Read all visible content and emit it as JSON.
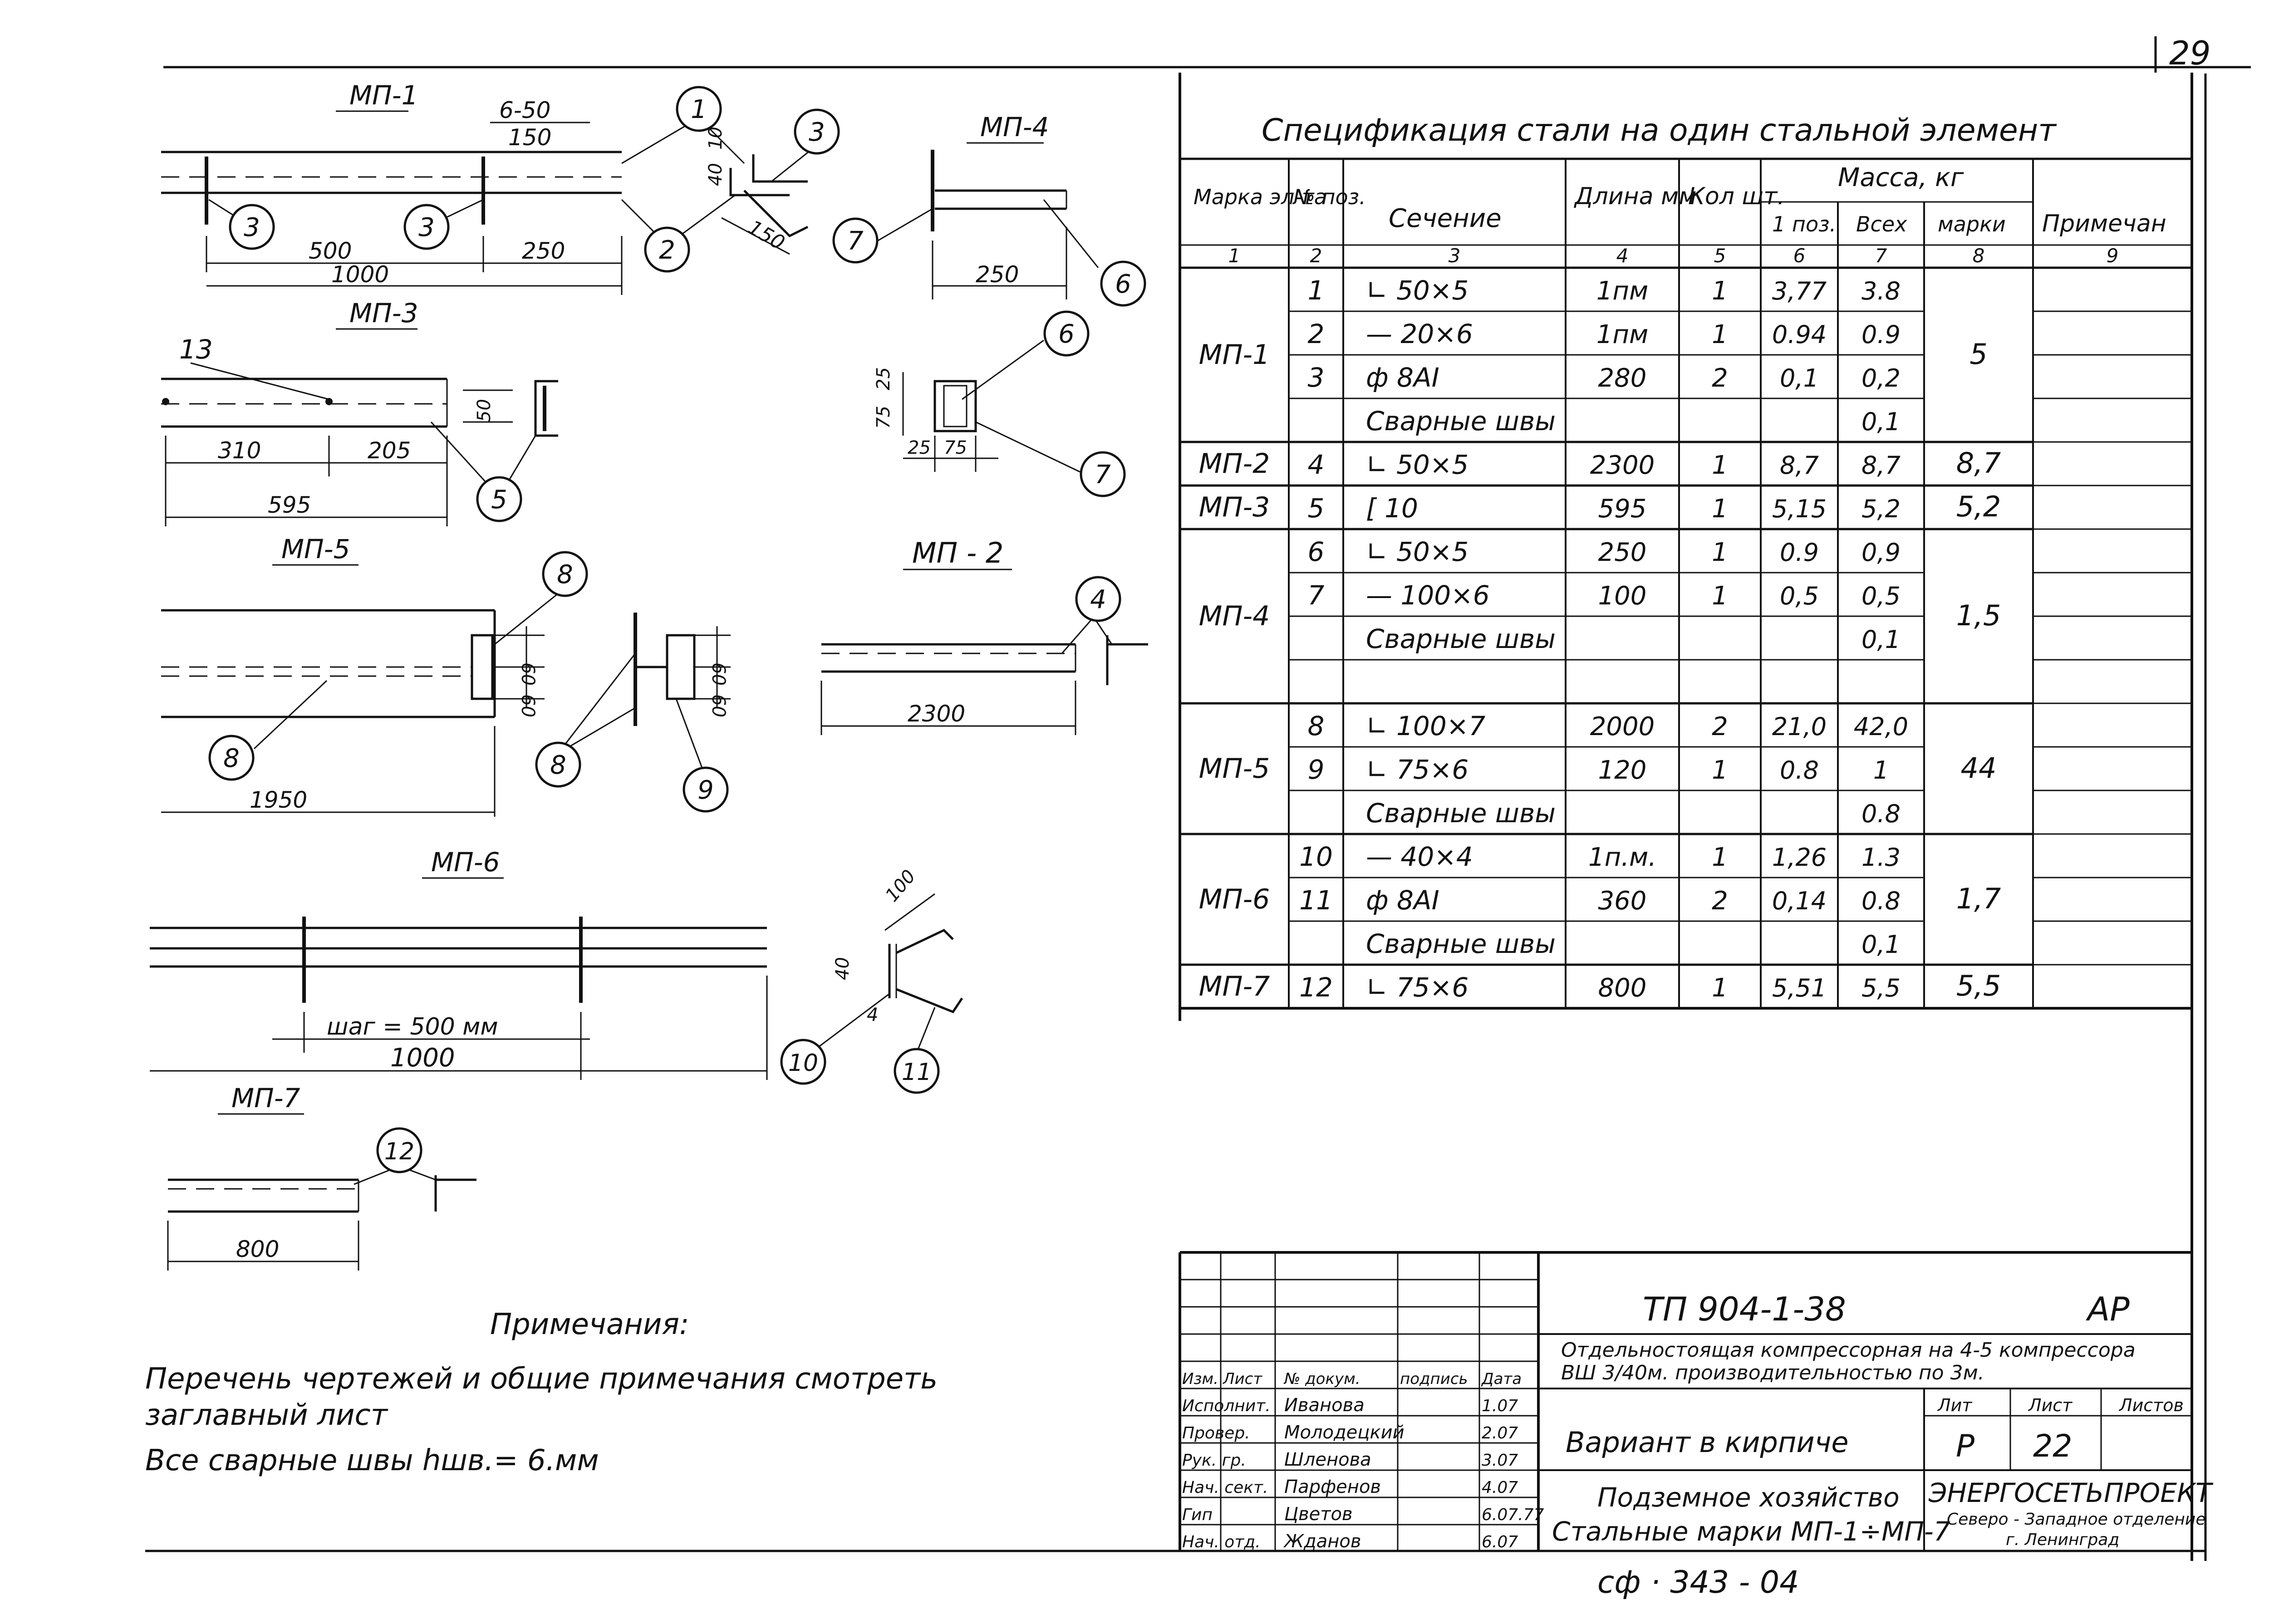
{
  "sheet_number": "29",
  "drawings": {
    "mp1": {
      "title": "МП-1",
      "dims": [
        "6-50",
        "150",
        "10",
        "40",
        "150",
        "500",
        "250",
        "1000"
      ],
      "callouts": [
        "1",
        "2",
        "3",
        "3",
        "3"
      ]
    },
    "mp4": {
      "title": "МП-4",
      "dims": [
        "250",
        "75",
        "25",
        "25",
        "75"
      ],
      "callouts": [
        "7",
        "6",
        "6",
        "7"
      ]
    },
    "mp3": {
      "title": "МП-3",
      "dims": [
        "13",
        "50",
        "310",
        "205",
        "595"
      ],
      "callouts": [
        "5"
      ]
    },
    "mp5": {
      "title": "МП-5",
      "dims": [
        "60",
        "60",
        "60",
        "60",
        "1950"
      ],
      "callouts": [
        "8",
        "8",
        "9"
      ]
    },
    "mp2": {
      "title": "МП - 2",
      "dims": [
        "2300"
      ],
      "callouts": [
        "4"
      ]
    },
    "mp6": {
      "title": "МП-6",
      "dims": [
        "шаг = 500 мм",
        "1000",
        "100",
        "40",
        "4"
      ],
      "callouts": [
        "10",
        "11"
      ]
    },
    "mp7": {
      "title": "МП-7",
      "dims": [
        "800"
      ],
      "callouts": [
        "12"
      ]
    }
  },
  "notes": {
    "title": "Примечания:",
    "lines": [
      "Перечень чертежей и общие примечания смотреть",
      "заглавный лист",
      "Все сварные швы   hшв.= 6.мм"
    ]
  },
  "spec": {
    "title": "Спецификация стали на один стальной элемент",
    "headers": {
      "marka": "Марка эл-та",
      "pos": "№ поз.",
      "section": "Сечение",
      "length": "Длина мм",
      "qty": "Кол шт.",
      "mass": "Масса, кг",
      "mass_one": "1 поз.",
      "mass_all": "Всех",
      "mass_mark": "марки",
      "note": "Примечан"
    },
    "col_numbers": [
      "1",
      "2",
      "3",
      "4",
      "5",
      "6",
      "7",
      "8",
      "9"
    ],
    "rows": [
      {
        "pos": "1",
        "section": "∟ 50×5",
        "length": "1пм",
        "qty": "1",
        "m1": "3,77",
        "mall": "3.8"
      },
      {
        "pos": "2",
        "section": "— 20×6",
        "length": "1пм",
        "qty": "1",
        "m1": "0.94",
        "mall": "0.9"
      },
      {
        "pos": "3",
        "section": "ф 8AI",
        "length": "280",
        "qty": "2",
        "m1": "0,1",
        "mall": "0,2"
      },
      {
        "pos": "",
        "section": "Сварные швы",
        "length": "",
        "qty": "",
        "m1": "",
        "mall": "0,1"
      },
      {
        "pos": "4",
        "section": "∟ 50×5",
        "length": "2300",
        "qty": "1",
        "m1": "8,7",
        "mall": "8,7"
      },
      {
        "pos": "5",
        "section": "[ 10",
        "length": "595",
        "qty": "1",
        "m1": "5,15",
        "mall": "5,2"
      },
      {
        "pos": "6",
        "section": "∟ 50×5",
        "length": "250",
        "qty": "1",
        "m1": "0.9",
        "mall": "0,9"
      },
      {
        "pos": "7",
        "section": "— 100×6",
        "length": "100",
        "qty": "1",
        "m1": "0,5",
        "mall": "0,5"
      },
      {
        "pos": "",
        "section": "Сварные швы",
        "length": "",
        "qty": "",
        "m1": "",
        "mall": "0,1"
      },
      {
        "pos": "",
        "section": "",
        "length": "",
        "qty": "",
        "m1": "",
        "mall": ""
      },
      {
        "pos": "8",
        "section": "∟ 100×7",
        "length": "2000",
        "qty": "2",
        "m1": "21,0",
        "mall": "42,0"
      },
      {
        "pos": "9",
        "section": "∟ 75×6",
        "length": "120",
        "qty": "1",
        "m1": "0.8",
        "mall": "1"
      },
      {
        "pos": "",
        "section": "Сварные швы",
        "length": "",
        "qty": "",
        "m1": "",
        "mall": "0.8"
      },
      {
        "pos": "10",
        "section": "— 40×4",
        "length": "1п.м.",
        "qty": "1",
        "m1": "1,26",
        "mall": "1.3"
      },
      {
        "pos": "11",
        "section": "ф 8AI",
        "length": "360",
        "qty": "2",
        "m1": "0,14",
        "mall": "0.8"
      },
      {
        "pos": "",
        "section": "Сварные швы",
        "length": "",
        "qty": "",
        "m1": "",
        "mall": "0,1"
      },
      {
        "pos": "12",
        "section": "∟ 75×6",
        "length": "800",
        "qty": "1",
        "m1": "5,51",
        "mall": "5,5"
      }
    ],
    "marks": [
      {
        "label": "МП-1",
        "mass": "5"
      },
      {
        "label": "МП-2",
        "mass": "8,7"
      },
      {
        "label": "МП-3",
        "mass": "5,2"
      },
      {
        "label": "МП-4",
        "mass": "1,5"
      },
      {
        "label": "МП-5",
        "mass": "44"
      },
      {
        "label": "МП-6",
        "mass": "1,7"
      },
      {
        "label": "МП-7",
        "mass": "5,5"
      }
    ]
  },
  "title_block": {
    "code": "ТП   904-1-38",
    "stage_code": "АР",
    "description_1": "Отдельностоящая компрессорная на 4-5 компрессора",
    "description_2": "ВШ 3/40м. производительностью по 3м.",
    "variant": "Вариант в кирпиче",
    "section_1": "Подземное хозяйство",
    "section_2": "Стальные марки МП-1÷МП-7",
    "lit_label": "Лит",
    "sheet_label": "Лист",
    "sheets_label": "Листов",
    "lit": "Р",
    "sheet": "22",
    "org_1": "ЭНЕРГОСЕТЬПРОЕКТ",
    "org_2": "Северо - Западное отделение",
    "org_3": "г. Ленинград",
    "col_headers": [
      "Изм.",
      "Лист",
      "№ докум.",
      "подпись",
      "Дата"
    ],
    "signers": [
      {
        "role": "Исполнит.",
        "name": "Иванова",
        "date": "1.07"
      },
      {
        "role": "Провер.",
        "name": "Молодецкий",
        "date": "2.07"
      },
      {
        "role": "Рук. гр.",
        "name": "Шленова",
        "date": "3.07"
      },
      {
        "role": "Нач. сект.",
        "name": "Парфенов",
        "date": "4.07"
      },
      {
        "role": "Гип",
        "name": "Цветов",
        "date": "6.07.77"
      },
      {
        "role": "Нач. отд.",
        "name": "Жданов",
        "date": "6.07"
      }
    ]
  },
  "archive_code": "сф · 343 - 04"
}
